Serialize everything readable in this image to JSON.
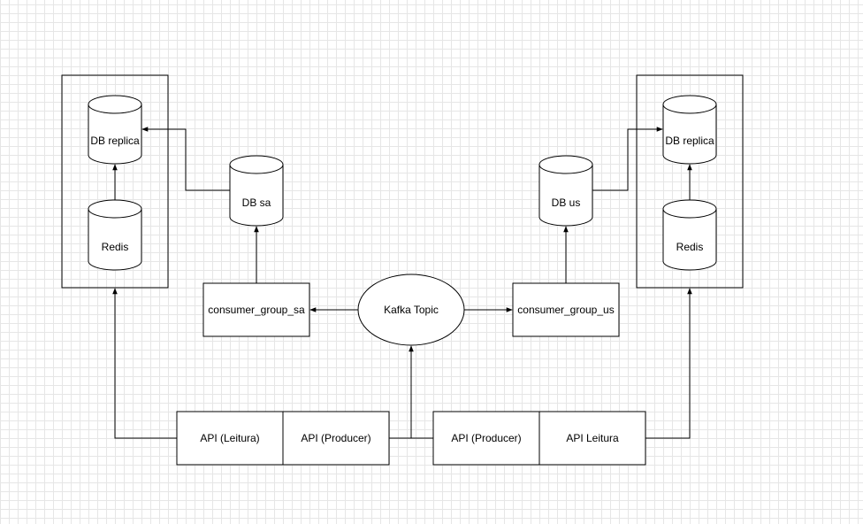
{
  "colors": {
    "stroke": "#000000",
    "fill": "#ffffff",
    "grid": "#e6e6e6"
  },
  "left_group": {
    "db_replica": "DB replica",
    "redis": "Redis"
  },
  "right_group": {
    "db_replica": "DB replica",
    "redis": "Redis"
  },
  "db_sa": "DB sa",
  "db_us": "DB us",
  "consumer_group_sa": "consumer_group_sa",
  "consumer_group_us": "consumer_group_us",
  "kafka_topic": "Kafka Topic",
  "api_left": {
    "leitura": "API (Leitura)",
    "producer": "API (Producer)"
  },
  "api_right": {
    "producer": "API (Producer)",
    "leitura": "API Leitura"
  }
}
